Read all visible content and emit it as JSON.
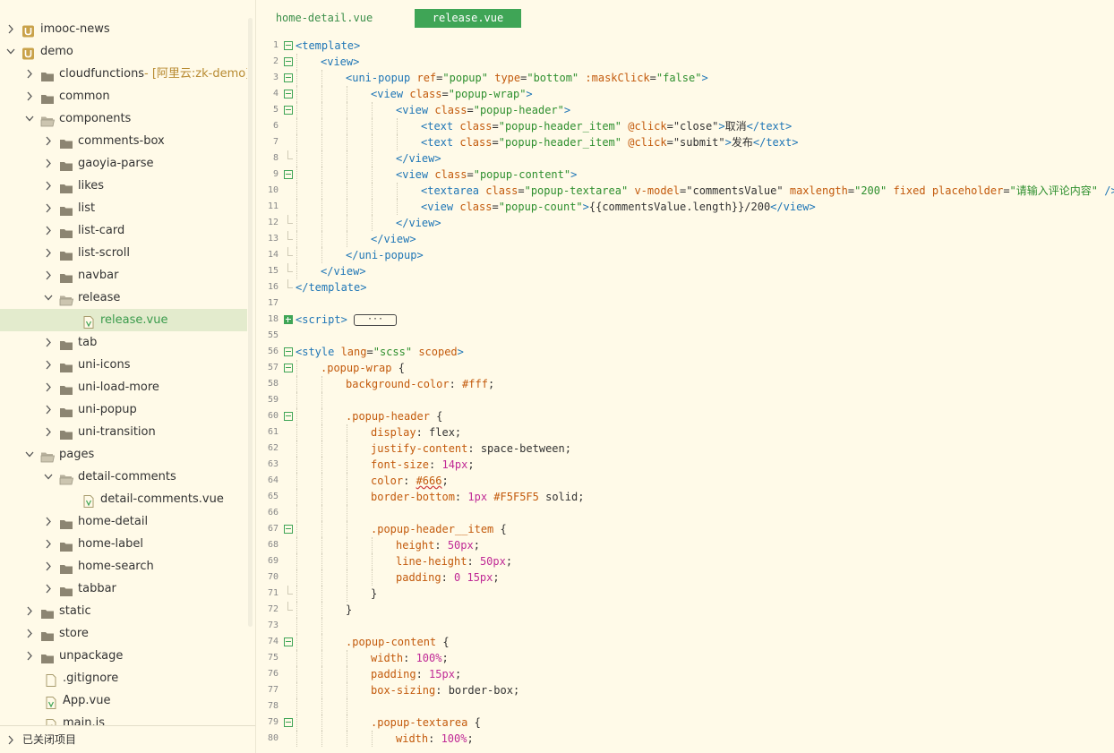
{
  "sidebar": {
    "items": [
      {
        "label": "imooc-news",
        "depth": 0,
        "type": "project",
        "expanded": false
      },
      {
        "label": "demo",
        "depth": 0,
        "type": "project",
        "expanded": true
      },
      {
        "label": "cloudfunctions",
        "suffix": " - [阿里云:zk-demo]",
        "depth": 1,
        "type": "folder",
        "expanded": false
      },
      {
        "label": "common",
        "depth": 1,
        "type": "folder",
        "expanded": false
      },
      {
        "label": "components",
        "depth": 1,
        "type": "folder-open",
        "expanded": true
      },
      {
        "label": "comments-box",
        "depth": 2,
        "type": "folder",
        "expanded": false
      },
      {
        "label": "gaoyia-parse",
        "depth": 2,
        "type": "folder",
        "expanded": false
      },
      {
        "label": "likes",
        "depth": 2,
        "type": "folder",
        "expanded": false
      },
      {
        "label": "list",
        "depth": 2,
        "type": "folder",
        "expanded": false
      },
      {
        "label": "list-card",
        "depth": 2,
        "type": "folder",
        "expanded": false
      },
      {
        "label": "list-scroll",
        "depth": 2,
        "type": "folder",
        "expanded": false
      },
      {
        "label": "navbar",
        "depth": 2,
        "type": "folder",
        "expanded": false
      },
      {
        "label": "release",
        "depth": 2,
        "type": "folder-open",
        "expanded": true
      },
      {
        "label": "release.vue",
        "depth": 3,
        "type": "vue",
        "selected": true
      },
      {
        "label": "tab",
        "depth": 2,
        "type": "folder",
        "expanded": false
      },
      {
        "label": "uni-icons",
        "depth": 2,
        "type": "folder",
        "expanded": false
      },
      {
        "label": "uni-load-more",
        "depth": 2,
        "type": "folder",
        "expanded": false
      },
      {
        "label": "uni-popup",
        "depth": 2,
        "type": "folder",
        "expanded": false
      },
      {
        "label": "uni-transition",
        "depth": 2,
        "type": "folder",
        "expanded": false
      },
      {
        "label": "pages",
        "depth": 1,
        "type": "folder-open",
        "expanded": true
      },
      {
        "label": "detail-comments",
        "depth": 2,
        "type": "folder-open",
        "expanded": true
      },
      {
        "label": "detail-comments.vue",
        "depth": 3,
        "type": "vue"
      },
      {
        "label": "home-detail",
        "depth": 2,
        "type": "folder",
        "expanded": false
      },
      {
        "label": "home-label",
        "depth": 2,
        "type": "folder",
        "expanded": false
      },
      {
        "label": "home-search",
        "depth": 2,
        "type": "folder",
        "expanded": false
      },
      {
        "label": "tabbar",
        "depth": 2,
        "type": "folder",
        "expanded": false
      },
      {
        "label": "static",
        "depth": 1,
        "type": "folder",
        "expanded": false
      },
      {
        "label": "store",
        "depth": 1,
        "type": "folder",
        "expanded": false
      },
      {
        "label": "unpackage",
        "depth": 1,
        "type": "folder",
        "expanded": false
      },
      {
        "label": ".gitignore",
        "depth": 1,
        "type": "file"
      },
      {
        "label": "App.vue",
        "depth": 1,
        "type": "vue"
      },
      {
        "label": "main.js",
        "depth": 1,
        "type": "js"
      }
    ],
    "closed_projects_label": "已关闭项目"
  },
  "tabs": [
    {
      "label": "home-detail.vue",
      "active": false
    },
    {
      "label": "release.vue",
      "active": true
    }
  ],
  "colors": {
    "tag": "#1f76b6",
    "attr": "#c35a0c",
    "string": "#2e8f2e",
    "keyword": "#8c3fae",
    "plain": "#333333",
    "number": "#c02a96",
    "accent": "#3fa556",
    "background": "#fffae8"
  },
  "editor": {
    "lines": [
      {
        "n": "1",
        "fold": "open",
        "indent": 0,
        "tokens": [
          [
            "tag",
            "<template>"
          ]
        ]
      },
      {
        "n": "2",
        "fold": "open",
        "indent": 1,
        "tokens": [
          [
            "tag",
            "<view>"
          ]
        ]
      },
      {
        "n": "3",
        "fold": "open",
        "indent": 2,
        "tokens": [
          [
            "tag",
            "<uni-popup "
          ],
          [
            "attr",
            "ref"
          ],
          [
            "plain",
            "="
          ],
          [
            "string",
            "\"popup\""
          ],
          [
            "plain",
            " "
          ],
          [
            "attr",
            "type"
          ],
          [
            "plain",
            "="
          ],
          [
            "string",
            "\"bottom\""
          ],
          [
            "plain",
            " "
          ],
          [
            "attr",
            ":maskClick"
          ],
          [
            "plain",
            "="
          ],
          [
            "string",
            "\"false\""
          ],
          [
            "tag",
            ">"
          ]
        ]
      },
      {
        "n": "4",
        "fold": "open",
        "indent": 3,
        "tokens": [
          [
            "tag",
            "<view "
          ],
          [
            "attr",
            "class"
          ],
          [
            "plain",
            "="
          ],
          [
            "string",
            "\"popup-wrap\""
          ],
          [
            "tag",
            ">"
          ]
        ]
      },
      {
        "n": "5",
        "fold": "open",
        "indent": 4,
        "tokens": [
          [
            "tag",
            "<view "
          ],
          [
            "attr",
            "class"
          ],
          [
            "plain",
            "="
          ],
          [
            "string",
            "\"popup-header\""
          ],
          [
            "tag",
            ">"
          ]
        ]
      },
      {
        "n": "6",
        "fold": "none",
        "indent": 5,
        "tokens": [
          [
            "tag",
            "<text "
          ],
          [
            "attr",
            "class"
          ],
          [
            "plain",
            "="
          ],
          [
            "string",
            "\"popup-header_item\""
          ],
          [
            "plain",
            " "
          ],
          [
            "attr",
            "@click"
          ],
          [
            "plain",
            "=\"close\""
          ],
          [
            "tag",
            ">"
          ],
          [
            "plain",
            "取消"
          ],
          [
            "tag",
            "</text>"
          ]
        ]
      },
      {
        "n": "7",
        "fold": "none",
        "indent": 5,
        "tokens": [
          [
            "tag",
            "<text "
          ],
          [
            "attr",
            "class"
          ],
          [
            "plain",
            "="
          ],
          [
            "string",
            "\"popup-header_item\""
          ],
          [
            "plain",
            " "
          ],
          [
            "attr",
            "@click"
          ],
          [
            "plain",
            "=\"submit\""
          ],
          [
            "tag",
            ">"
          ],
          [
            "plain",
            "发布"
          ],
          [
            "tag",
            "</text>"
          ]
        ]
      },
      {
        "n": "8",
        "fold": "end",
        "indent": 4,
        "tokens": [
          [
            "tag",
            "</view>"
          ]
        ]
      },
      {
        "n": "9",
        "fold": "open",
        "indent": 4,
        "tokens": [
          [
            "tag",
            "<view "
          ],
          [
            "attr",
            "class"
          ],
          [
            "plain",
            "="
          ],
          [
            "string",
            "\"popup-content\""
          ],
          [
            "tag",
            ">"
          ]
        ]
      },
      {
        "n": "10",
        "fold": "none",
        "indent": 5,
        "tokens": [
          [
            "tag",
            "<textarea "
          ],
          [
            "attr",
            "class"
          ],
          [
            "plain",
            "="
          ],
          [
            "string",
            "\"popup-textarea\""
          ],
          [
            "plain",
            " "
          ],
          [
            "attr",
            "v-model"
          ],
          [
            "plain",
            "=\"commentsValue\" "
          ],
          [
            "attr",
            "maxlength"
          ],
          [
            "plain",
            "="
          ],
          [
            "string",
            "\"200\""
          ],
          [
            "plain",
            " "
          ],
          [
            "attr",
            "fixed"
          ],
          [
            "plain",
            " "
          ],
          [
            "attr",
            "placeholder"
          ],
          [
            "plain",
            "="
          ],
          [
            "string",
            "\"请输入评论内容\""
          ],
          [
            "plain",
            " "
          ],
          [
            "tag",
            "/>"
          ]
        ]
      },
      {
        "n": "11",
        "fold": "none",
        "indent": 5,
        "tokens": [
          [
            "tag",
            "<view "
          ],
          [
            "attr",
            "class"
          ],
          [
            "plain",
            "="
          ],
          [
            "string",
            "\"popup-count\""
          ],
          [
            "tag",
            ">"
          ],
          [
            "plain",
            "{{commentsValue.length}}/200"
          ],
          [
            "tag",
            "</view>"
          ]
        ]
      },
      {
        "n": "12",
        "fold": "end",
        "indent": 4,
        "tokens": [
          [
            "tag",
            "</view>"
          ]
        ]
      },
      {
        "n": "13",
        "fold": "end",
        "indent": 3,
        "tokens": [
          [
            "tag",
            "</view>"
          ]
        ]
      },
      {
        "n": "14",
        "fold": "end",
        "indent": 2,
        "tokens": [
          [
            "tag",
            "</uni-popup>"
          ]
        ]
      },
      {
        "n": "15",
        "fold": "end",
        "indent": 1,
        "tokens": [
          [
            "tag",
            "</view>"
          ]
        ]
      },
      {
        "n": "16",
        "fold": "end",
        "indent": 0,
        "tokens": [
          [
            "tag",
            "</template>"
          ]
        ]
      },
      {
        "n": "17",
        "fold": "none",
        "indent": 0,
        "tokens": []
      },
      {
        "n": "18",
        "fold": "plus",
        "indent": 0,
        "tokens": [
          [
            "tag",
            "<script>"
          ],
          [
            "plain",
            " "
          ],
          [
            "ellipsis",
            "···"
          ]
        ]
      },
      {
        "n": "55",
        "fold": "none",
        "indent": 0,
        "tokens": []
      },
      {
        "n": "56",
        "fold": "open",
        "indent": 0,
        "tokens": [
          [
            "tag",
            "<style "
          ],
          [
            "attr",
            "lang"
          ],
          [
            "plain",
            "="
          ],
          [
            "string",
            "\"scss\""
          ],
          [
            "plain",
            " "
          ],
          [
            "attr",
            "scoped"
          ],
          [
            "tag",
            ">"
          ]
        ]
      },
      {
        "n": "57",
        "fold": "open",
        "indent": 1,
        "tokens": [
          [
            "attr",
            ".popup-wrap"
          ],
          [
            "plain",
            " {"
          ]
        ]
      },
      {
        "n": "58",
        "fold": "none",
        "indent": 2,
        "tokens": [
          [
            "attr",
            "background-color"
          ],
          [
            "plain",
            ": "
          ],
          [
            "attr",
            "#fff"
          ],
          [
            "plain",
            ";"
          ]
        ]
      },
      {
        "n": "59",
        "fold": "none",
        "indent": 2,
        "tokens": []
      },
      {
        "n": "60",
        "fold": "open",
        "indent": 2,
        "tokens": [
          [
            "attr",
            ".popup-header"
          ],
          [
            "plain",
            " {"
          ]
        ]
      },
      {
        "n": "61",
        "fold": "none",
        "indent": 3,
        "tokens": [
          [
            "attr",
            "display"
          ],
          [
            "plain",
            ": flex;"
          ]
        ]
      },
      {
        "n": "62",
        "fold": "none",
        "indent": 3,
        "tokens": [
          [
            "attr",
            "justify-content"
          ],
          [
            "plain",
            ": space-between;"
          ]
        ]
      },
      {
        "n": "63",
        "fold": "none",
        "indent": 3,
        "tokens": [
          [
            "attr",
            "font-size"
          ],
          [
            "plain",
            ": "
          ],
          [
            "number",
            "14px"
          ],
          [
            "plain",
            ";"
          ]
        ]
      },
      {
        "n": "64",
        "fold": "none",
        "indent": 3,
        "tokens": [
          [
            "attr",
            "color"
          ],
          [
            "plain",
            ": "
          ],
          [
            "squiggle",
            "#666"
          ],
          [
            "plain",
            ";"
          ]
        ]
      },
      {
        "n": "65",
        "fold": "none",
        "indent": 3,
        "tokens": [
          [
            "attr",
            "border-bottom"
          ],
          [
            "plain",
            ": "
          ],
          [
            "number",
            "1px"
          ],
          [
            "plain",
            " "
          ],
          [
            "attr",
            "#F5F5F5"
          ],
          [
            "plain",
            " solid;"
          ]
        ]
      },
      {
        "n": "66",
        "fold": "none",
        "indent": 3,
        "tokens": []
      },
      {
        "n": "67",
        "fold": "open",
        "indent": 3,
        "tokens": [
          [
            "attr",
            ".popup-header__item"
          ],
          [
            "plain",
            " {"
          ]
        ]
      },
      {
        "n": "68",
        "fold": "none",
        "indent": 4,
        "tokens": [
          [
            "attr",
            "height"
          ],
          [
            "plain",
            ": "
          ],
          [
            "number",
            "50px"
          ],
          [
            "plain",
            ";"
          ]
        ]
      },
      {
        "n": "69",
        "fold": "none",
        "indent": 4,
        "tokens": [
          [
            "attr",
            "line-height"
          ],
          [
            "plain",
            ": "
          ],
          [
            "number",
            "50px"
          ],
          [
            "plain",
            ";"
          ]
        ]
      },
      {
        "n": "70",
        "fold": "none",
        "indent": 4,
        "tokens": [
          [
            "attr",
            "padding"
          ],
          [
            "plain",
            ": "
          ],
          [
            "number",
            "0 15px"
          ],
          [
            "plain",
            ";"
          ]
        ]
      },
      {
        "n": "71",
        "fold": "end",
        "indent": 3,
        "tokens": [
          [
            "plain",
            "}"
          ]
        ]
      },
      {
        "n": "72",
        "fold": "end",
        "indent": 2,
        "tokens": [
          [
            "plain",
            "}"
          ]
        ]
      },
      {
        "n": "73",
        "fold": "none",
        "indent": 2,
        "tokens": []
      },
      {
        "n": "74",
        "fold": "open",
        "indent": 2,
        "tokens": [
          [
            "attr",
            ".popup-content"
          ],
          [
            "plain",
            " {"
          ]
        ]
      },
      {
        "n": "75",
        "fold": "none",
        "indent": 3,
        "tokens": [
          [
            "attr",
            "width"
          ],
          [
            "plain",
            ": "
          ],
          [
            "number",
            "100%"
          ],
          [
            "plain",
            ";"
          ]
        ]
      },
      {
        "n": "76",
        "fold": "none",
        "indent": 3,
        "tokens": [
          [
            "attr",
            "padding"
          ],
          [
            "plain",
            ": "
          ],
          [
            "number",
            "15px"
          ],
          [
            "plain",
            ";"
          ]
        ]
      },
      {
        "n": "77",
        "fold": "none",
        "indent": 3,
        "tokens": [
          [
            "attr",
            "box-sizing"
          ],
          [
            "plain",
            ": border-box;"
          ]
        ]
      },
      {
        "n": "78",
        "fold": "none",
        "indent": 3,
        "tokens": []
      },
      {
        "n": "79",
        "fold": "open",
        "indent": 3,
        "tokens": [
          [
            "attr",
            ".popup-textarea"
          ],
          [
            "plain",
            " {"
          ]
        ]
      },
      {
        "n": "80",
        "fold": "none",
        "indent": 4,
        "tokens": [
          [
            "attr",
            "width"
          ],
          [
            "plain",
            ": "
          ],
          [
            "number",
            "100%"
          ],
          [
            "plain",
            ";"
          ]
        ]
      }
    ]
  }
}
